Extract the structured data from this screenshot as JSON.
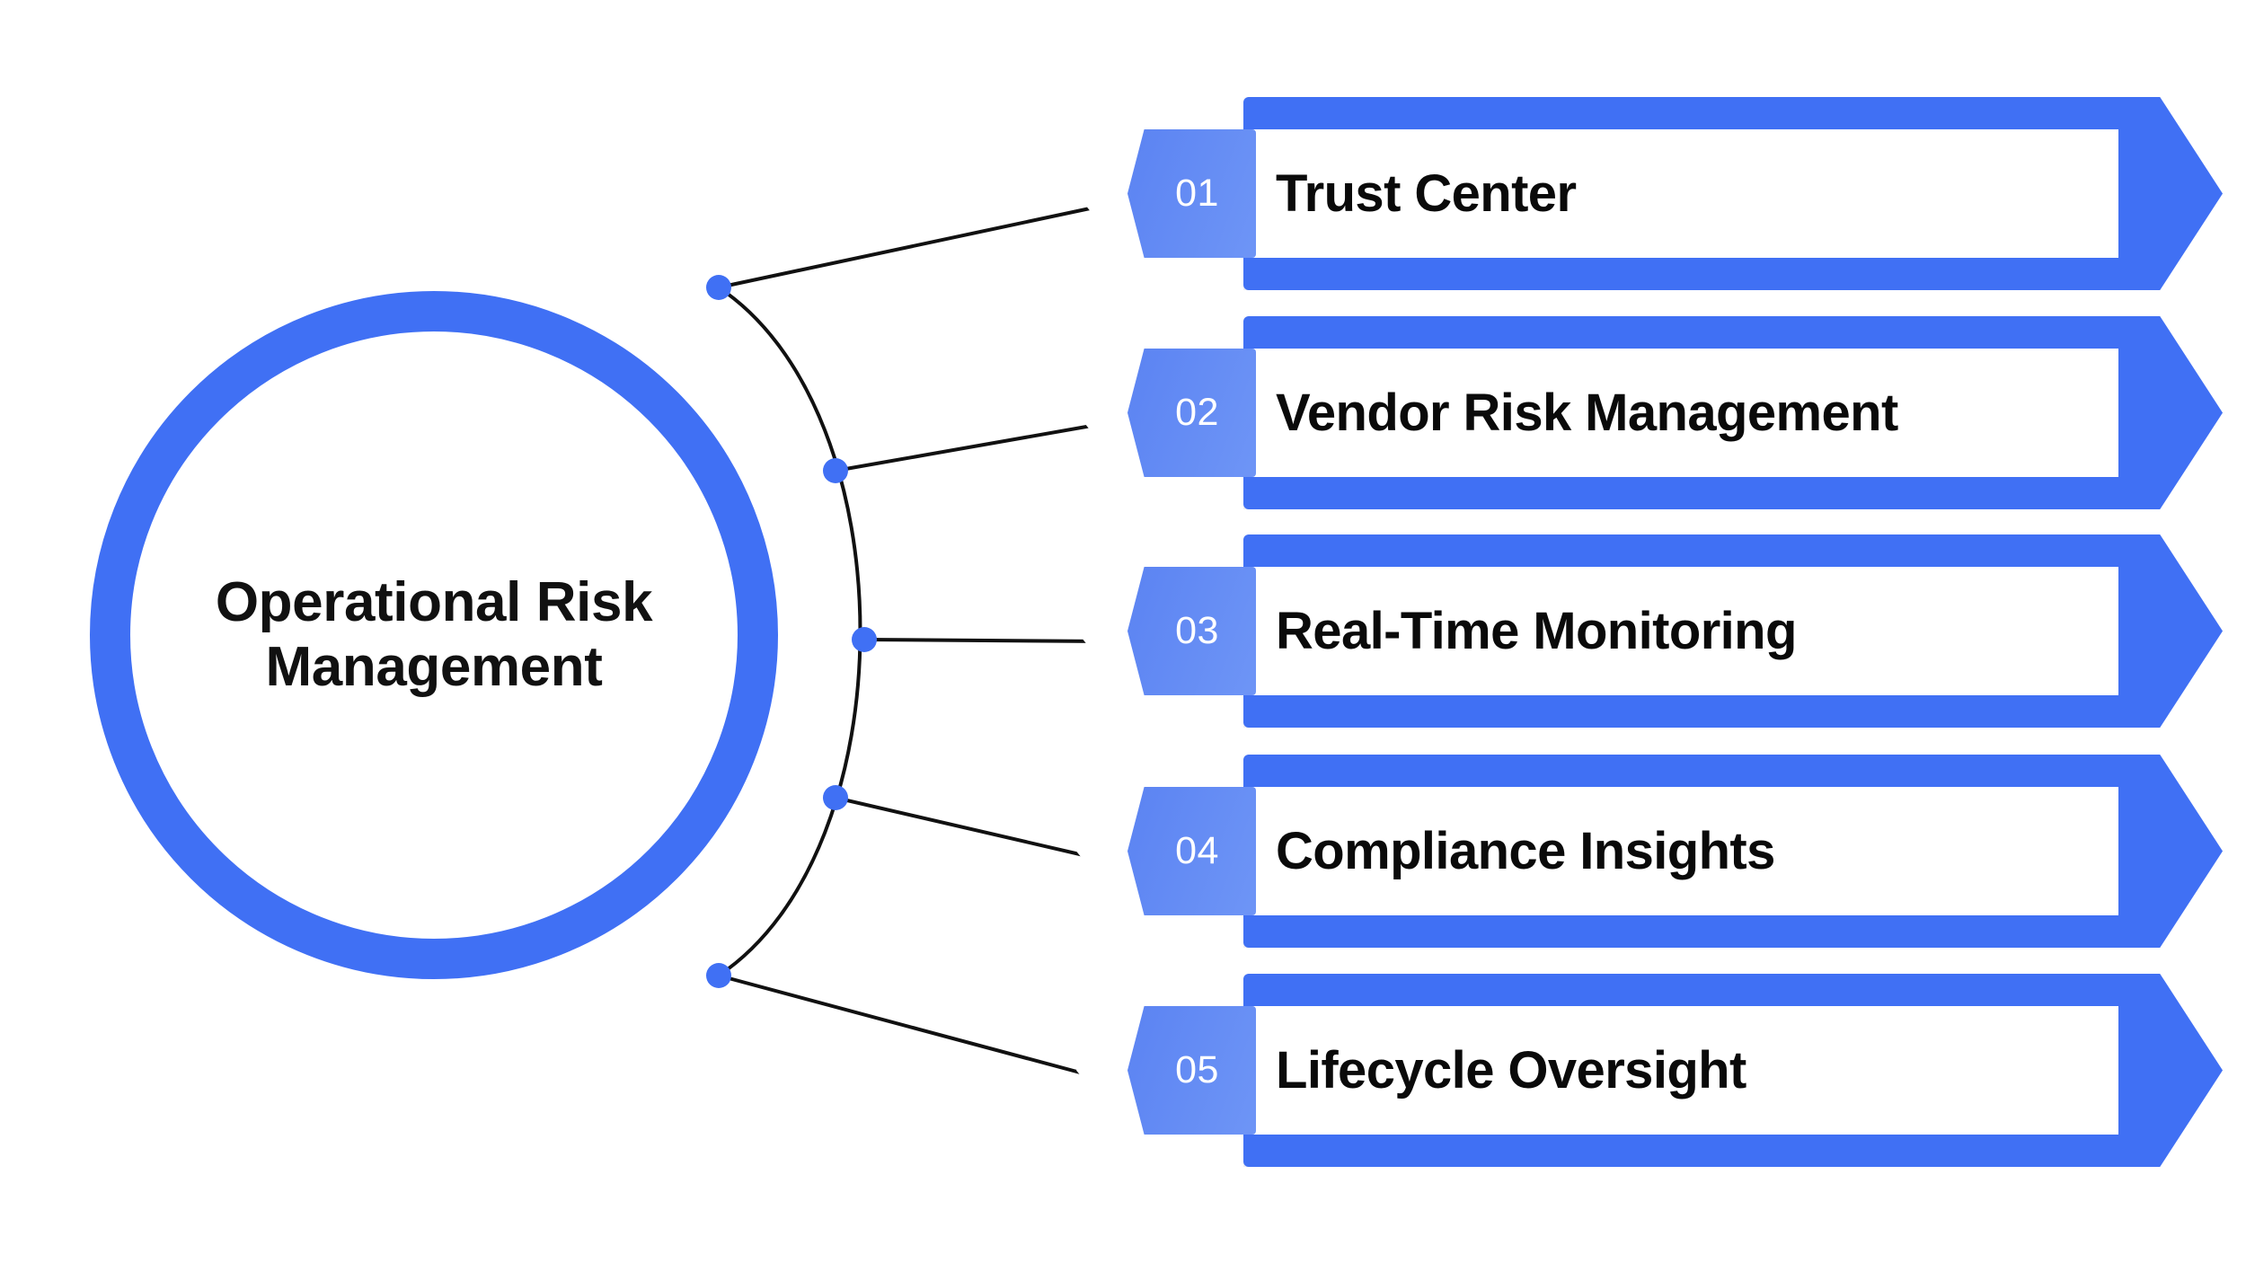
{
  "hub": {
    "title": "Operational Risk\nManagement"
  },
  "theme": {
    "accent_blue": "#4070f4",
    "badge_blue": "#5b83f2",
    "badge_blue_light": "#6e95f6",
    "background": "#ffffff",
    "text_color": "#0a0a0a",
    "connector_line": "#111111",
    "connector_dot": "#4070f4"
  },
  "items": [
    {
      "number": "01",
      "label": "Trust Center"
    },
    {
      "number": "02",
      "label": "Vendor Risk Management"
    },
    {
      "number": "03",
      "label": "Real-Time Monitoring"
    },
    {
      "number": "04",
      "label": "Compliance Insights"
    },
    {
      "number": "05",
      "label": "Lifecycle Oversight"
    }
  ]
}
